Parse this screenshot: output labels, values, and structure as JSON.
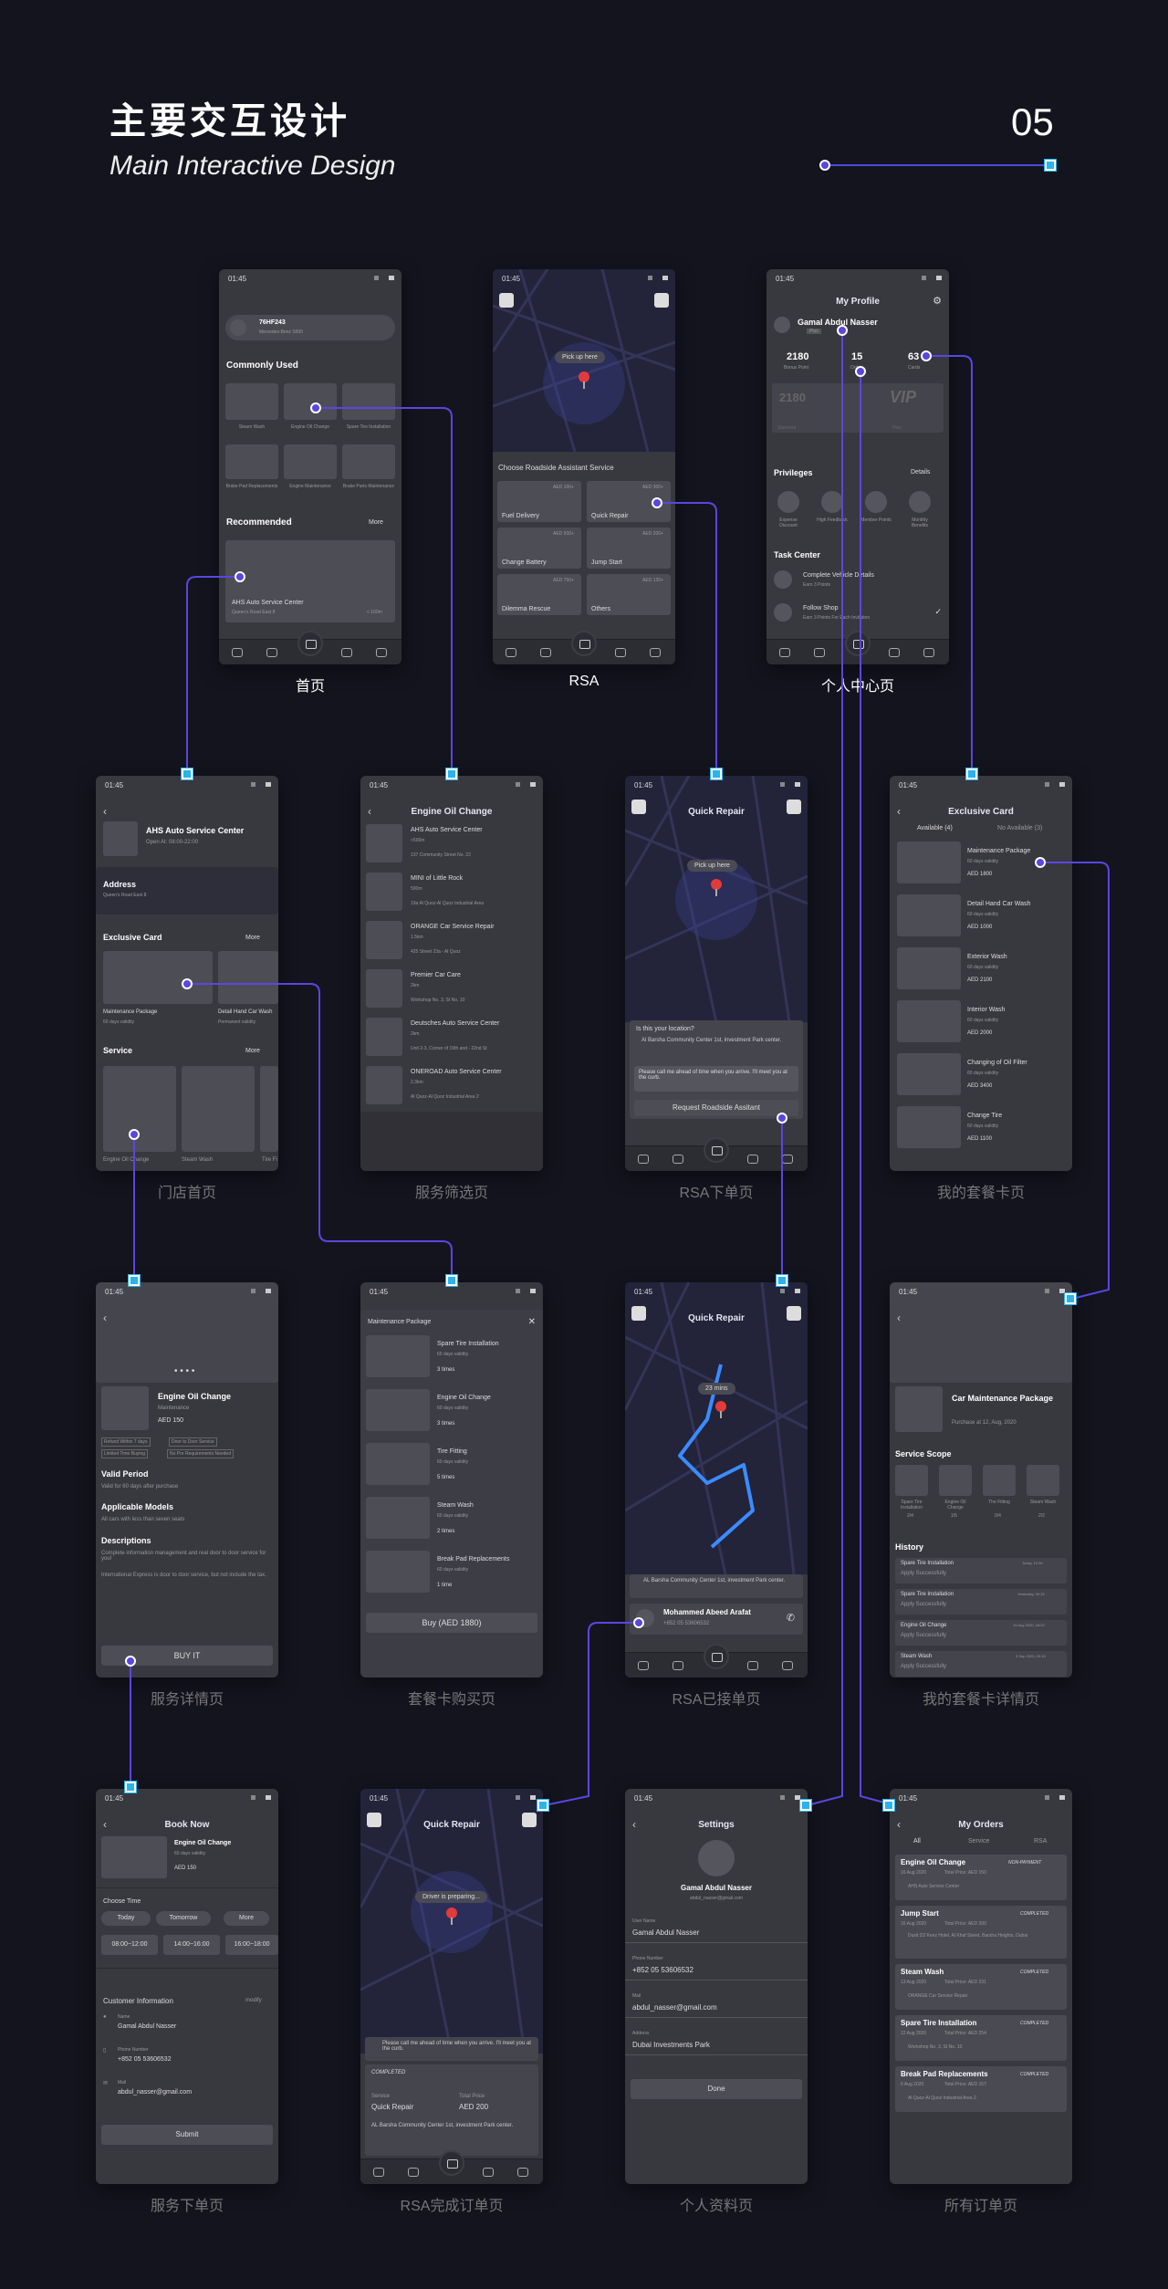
{
  "header": {
    "title_cn": "主要交互设计",
    "title_en": "Main Interactive Design",
    "page_number": "05"
  },
  "time": "01:45",
  "labels": {
    "home": "首页",
    "rsa": "RSA",
    "profile": "个人中心页",
    "store": "门店首页",
    "filter": "服务筛选页",
    "rsa_order": "RSA下单页",
    "my_card": "我的套餐卡页",
    "service_detail": "服务详情页",
    "card_buy": "套餐卡购买页",
    "rsa_accepted": "RSA已接单页",
    "card_detail": "我的套餐卡详情页",
    "service_order": "服务下单页",
    "rsa_done": "RSA完成订单页",
    "profile_info": "个人资料页",
    "all_orders": "所有订单页"
  },
  "home": {
    "plate": "76HF243",
    "car": "Mercedes-Benz S600",
    "commonly_used": "Commonly Used",
    "services": [
      "Steam Wash",
      "Engine Oil Change",
      "Spare Tire Installation",
      "Brake Pad Replacements",
      "Engine Maintenance",
      "Brake Parts Maintenance"
    ],
    "recommended": "Recommended",
    "more": "More",
    "store": "AHS Auto Service Center",
    "store_addr": "Queen's Road East 8",
    "dist": "< 100m"
  },
  "rsa": {
    "pickup": "Pick up here",
    "choose": "Choose Roadside Assistant Service",
    "items": [
      {
        "name": "Fuel Delivery",
        "price": "AED 100+"
      },
      {
        "name": "Quick Repair",
        "price": "AED 300+"
      },
      {
        "name": "Change Battery",
        "price": "AED 500+"
      },
      {
        "name": "Jump Start",
        "price": "AED 200+"
      },
      {
        "name": "Dilemma Rescue",
        "price": "AED 750+"
      },
      {
        "name": "Others",
        "price": "AED 120+"
      }
    ]
  },
  "profile": {
    "title": "My Profile",
    "name": "Gamal Abdul Nasser",
    "badge": "Plus",
    "stats": [
      {
        "v": "2180",
        "l": "Bonus Point"
      },
      {
        "v": "15",
        "l": "Order"
      },
      {
        "v": "63",
        "l": "Cards"
      }
    ],
    "vip_points": "2180",
    "vip": "VIP",
    "standard": "Standard",
    "plus": "Plus",
    "privileges": "Privileges",
    "details": "Details",
    "priv": [
      "Expense Discount",
      "High Feedback",
      "Member Points",
      "Monthly Benefits"
    ],
    "task_center": "Task Center",
    "tasks": [
      {
        "t": "Complete Vehicle Details",
        "s": "Earn 3 Points"
      },
      {
        "t": "Follow Shop",
        "s": "Earn 3 Points For Each Invitation"
      }
    ]
  },
  "store": {
    "name": "AHS Auto Service Center",
    "hours": "Open At: 08:00-22:00",
    "address": "Address",
    "addr": "Queen's Road East 8",
    "exclusive": "Exclusive Card",
    "more": "More",
    "cards": [
      {
        "n": "Maintenance Package",
        "s": "60 days validity"
      },
      {
        "n": "Detail Hand Car Wash",
        "s": "Permanent validity"
      }
    ],
    "service": "Service",
    "services": [
      "Engine Oil Change",
      "Steam Wash",
      "Tire Fi"
    ]
  },
  "filter": {
    "title": "Engine Oil Change",
    "items": [
      {
        "n": "AHS Auto Service Center",
        "d": "<500m",
        "a": "137 Community Street No. 22"
      },
      {
        "n": "MINI of Little Rock",
        "d": "500m",
        "a": "19a Al Quoz-Al Quoz Industrial Area"
      },
      {
        "n": "ORANGE Car Service Repair",
        "d": "1.5km",
        "a": "425 Street 23a - Al Quoz"
      },
      {
        "n": "Premier Car Care",
        "d": "2km",
        "a": "Workshop No. 3, St No. 10"
      },
      {
        "n": "Deutsches Auto Service Center",
        "d": "2km",
        "a": "Unit 2-3, Corner of 19th and - 22nd St"
      },
      {
        "n": "ONEROAD Auto Service Center",
        "d": "2.3km",
        "a": "Al Quoz-Al Quoz Industrial Area 2"
      }
    ]
  },
  "rsaorder": {
    "title": "Quick Repair",
    "pickup": "Pick up here",
    "q": "Is this your location?",
    "loc": "Al Barsha Community Center 1st, investment Park center.",
    "note": "Please call me ahead of time when you arrive. I'll meet you at the curb.",
    "btn": "Request Roadside Assitant"
  },
  "mycard": {
    "title": "Exclusive Card",
    "tab1": "Available (4)",
    "tab2": "No Available (3)",
    "items": [
      {
        "n": "Maintenance Package",
        "s": "60 days validity",
        "p": "AED 1800"
      },
      {
        "n": "Detail Hand Car Wash",
        "s": "60 days validity",
        "p": "AED 1000"
      },
      {
        "n": "Exterior Wash",
        "s": "60 days validity",
        "p": "AED 2100"
      },
      {
        "n": "Interior Wash",
        "s": "60 days validity",
        "p": "AED 2000"
      },
      {
        "n": "Changing of Oil Filter",
        "s": "60 days validity",
        "p": "AED 3400"
      },
      {
        "n": "Change Tire",
        "s": "60 days validity",
        "p": "AED 1100"
      }
    ]
  },
  "sdetail": {
    "name": "Engine Oil Change",
    "cat": "Maintenance",
    "price": "AED 150",
    "tags": [
      "Refund Within 7 days",
      "Door to Door Service",
      "Limited Time Buying",
      "No Pre Requirements Needed"
    ],
    "valid": "Valid Period",
    "valid_t": "Valid for 60 days after purchase",
    "models": "Applicable Models",
    "models_t": "All cars with less than seven seats",
    "desc": "Descriptions",
    "desc1": "Complete information management and real door to door service for you!",
    "desc2": "International Express is door to door service, but not include the tax.",
    "btn": "BUY IT"
  },
  "cardbuy": {
    "title": "Maintenance Package",
    "items": [
      {
        "n": "Spare Tire Installation",
        "s": "60 days validity",
        "c": "3 times"
      },
      {
        "n": "Engine Oil Change",
        "s": "60 days validity",
        "c": "3 times"
      },
      {
        "n": "Tire Fitting",
        "s": "60 days validity",
        "c": "5 times"
      },
      {
        "n": "Steam Wash",
        "s": "60 days validity",
        "c": "2 times"
      },
      {
        "n": "Break Pad Replacements",
        "s": "60 days validity",
        "c": "1 time"
      }
    ],
    "btn": "Buy (AED 1880)"
  },
  "accepted": {
    "title": "Quick Repair",
    "eta": "23 mins",
    "loc": "AL Barsha Community Center 1st, investment Park center.",
    "driver": "Mohammed Abeed Arafat",
    "phone": "+852 05 53606532"
  },
  "carddetail": {
    "name": "Car Maintenance Package",
    "date": "Purchase at 12, Aug, 2020",
    "scope": "Service Scope",
    "scope_items": [
      {
        "n": "Spare Tire Installation",
        "c": "2/4"
      },
      {
        "n": "Engine Oil Change",
        "c": "1/5"
      },
      {
        "n": "The Fitting",
        "c": "0/4"
      },
      {
        "n": "Steam Wash",
        "c": "2/2"
      }
    ],
    "history": "History",
    "hist": [
      {
        "n": "Spare Tire Installation",
        "s": "Apply Successfully",
        "d": "Today, 10:30"
      },
      {
        "n": "Spare Tire Installation",
        "s": "Apply Successfully",
        "d": "Yesterday, 09:15"
      },
      {
        "n": "Engine Oil Change",
        "s": "Apply Successfully",
        "d": "14 Aug 2020, 18:22"
      },
      {
        "n": "Steam Wash",
        "s": "Apply Successfully",
        "d": "3 Sep 2020, 09:15"
      }
    ]
  },
  "book": {
    "title": "Book Now",
    "name": "Engine Oil Change",
    "valid": "60 days validity",
    "price": "AED 150",
    "time": "Choose Time",
    "days": [
      "Today",
      "Tomorrow",
      "More"
    ],
    "slots": [
      "08:00~12:00",
      "14:00~16:00",
      "16:00~18:00"
    ],
    "cust": "Customer Information",
    "modify": "modify",
    "fields": [
      {
        "l": "Name",
        "v": "Gamal Abdul Nasser"
      },
      {
        "l": "Phone Number",
        "v": "+852 05 53606532"
      },
      {
        "l": "Mail",
        "v": "abdul_nasser@gmail.com"
      }
    ],
    "btn": "Submit"
  },
  "done": {
    "title": "Quick Repair",
    "status": "Driver is preparing...",
    "note": "Please call me ahead of time when you arrive. I'll meet you at the curb.",
    "completed": "COMPLETED",
    "service_l": "Service",
    "service": "Quick Repair",
    "total_l": "Total Price",
    "total": "AED 200",
    "loc": "AL Barsha Community Center 1st, investment Park center."
  },
  "settings": {
    "title": "Settings",
    "name": "Gamal Abdul Nasser",
    "mail": "abdul_nasser@gmail.com",
    "fields": [
      {
        "l": "User Name",
        "v": "Gamal Abdul Nasser"
      },
      {
        "l": "Phone Number",
        "v": "+852 05 53606532"
      },
      {
        "l": "Mail",
        "v": "abdul_nasser@gmail.com"
      },
      {
        "l": "Address",
        "v": "Dubai Investments Park"
      }
    ],
    "btn": "Done"
  },
  "orders": {
    "title": "My Orders",
    "tabs": [
      "All",
      "Service",
      "RSA"
    ],
    "items": [
      {
        "n": "Engine Oil Change",
        "st": "NON-PAYMENT",
        "d": "16 Aug 2020",
        "p": "Total Price: AED 150",
        "a": "AHS Auto Service Center"
      },
      {
        "n": "Jump Start",
        "st": "COMPLETED",
        "d": "16 Aug 2020",
        "p": "Total Price: AED 200",
        "a": "Dusit D2 Kenz Hotel, Al Khaf Street, Barsha Heights, Dubai"
      },
      {
        "n": "Steam Wash",
        "st": "COMPLETED",
        "d": "13 Aug 2020",
        "p": "Total Price: AED 231",
        "a": "ORANGE Car Service Repair"
      },
      {
        "n": "Spare Tire Installation",
        "st": "COMPLETED",
        "d": "12 Aug 2020",
        "p": "Total Price: AED 254",
        "a": "Workshop No. 3, St No. 10"
      },
      {
        "n": "Break Pad Replacements",
        "st": "COMPLETED",
        "d": "6 Aug 2020",
        "p": "Total Price: AED 157",
        "a": "Al Quoz-Al Quoz Industrial Area 2"
      }
    ]
  },
  "colors": {
    "bg": "#14141f",
    "screen": "#38383f",
    "wire": "#5a46e0",
    "node": "#2ab3ec"
  }
}
